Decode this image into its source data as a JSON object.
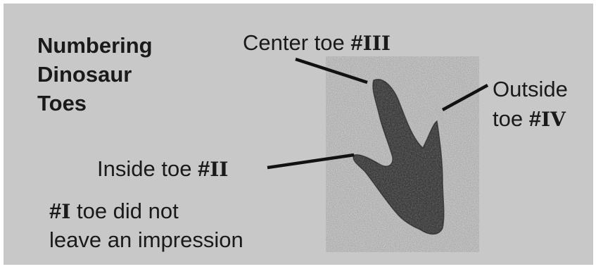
{
  "title": "Numbering\nDinosaur\nToes",
  "labels": {
    "center": {
      "text": "Center toe ",
      "hash": "#",
      "num": "III"
    },
    "outside": {
      "line1": "Outside",
      "text": "toe ",
      "hash": "#",
      "num": "IV"
    },
    "inside": {
      "text": "Inside toe ",
      "hash": "#",
      "num": "II"
    },
    "first": {
      "hash": "#",
      "num": "I",
      "text1": " toe did not",
      "text2": "leave an impression"
    }
  },
  "colors": {
    "background": "#c8c8c8",
    "text": "#1a1a1a",
    "track": "#2a2a2a",
    "rock": "#9e9e9e"
  }
}
